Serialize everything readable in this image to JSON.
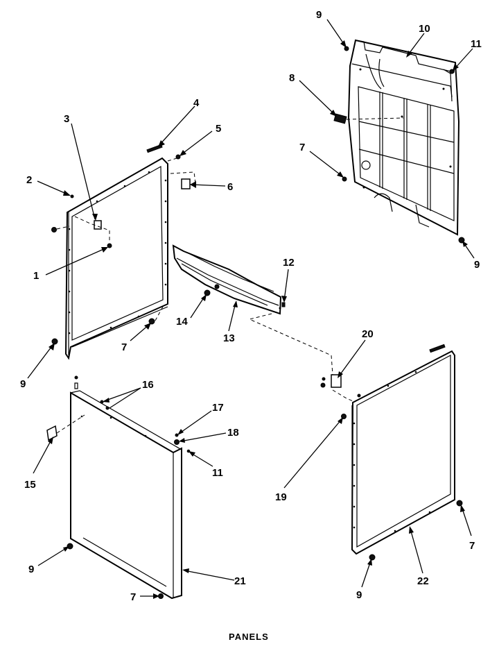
{
  "title": "PANELS",
  "callouts": {
    "c1": "1",
    "c2": "2",
    "c3": "3",
    "c4": "4",
    "c5": "5",
    "c6": "6",
    "c7a": "7",
    "c7b": "7",
    "c7c": "7",
    "c7d": "7",
    "c8": "8",
    "c9a": "9",
    "c9b": "9",
    "c9c": "9",
    "c9d": "9",
    "c9e": "9",
    "c10": "10",
    "c11a": "11",
    "c11b": "11",
    "c12": "12",
    "c13": "13",
    "c14": "14",
    "c15": "15",
    "c16": "16",
    "c17": "17",
    "c18": "18",
    "c19": "19",
    "c20": "20",
    "c21": "21",
    "c22": "22"
  }
}
